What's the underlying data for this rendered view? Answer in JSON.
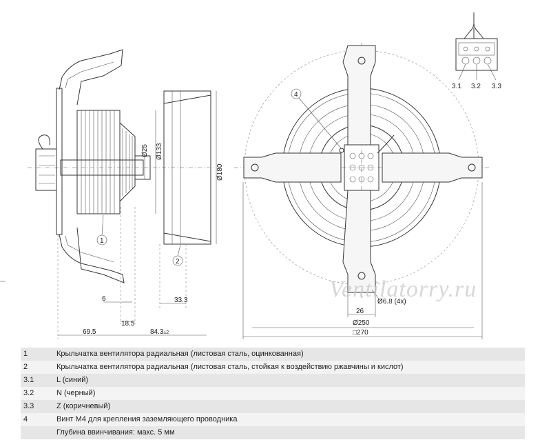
{
  "drawing": {
    "watermark": "Ventilatorry.ru",
    "dimensions": {
      "d25": "Ø25",
      "d133": "Ø133",
      "d180": "Ø180",
      "d250": "Ø250",
      "sq270": "□270",
      "d6_8": "Ø6.8 (4x)",
      "w6": "6",
      "w18_5": "18.5",
      "w33_3": "33.3",
      "w69_5": "69.5",
      "w84_3": "84.3",
      "w84_3_tol": "±2",
      "w26": "26"
    },
    "callouts": {
      "c1": "1",
      "c2": "2",
      "c4": "4",
      "c3_1": "3.1",
      "c3_2": "3.2",
      "c3_3": "3.3"
    }
  },
  "legend": [
    {
      "num": "1",
      "text": "Крыльчатка вентилятора радиальная (листовая сталь, оцинкованная)"
    },
    {
      "num": "2",
      "text": "Крыльчатка вентилятора радиальная (листовая сталь, стойкая к воздействию ржавчины и кислот)"
    },
    {
      "num": "3.1",
      "text": "L (синий)"
    },
    {
      "num": "3.2",
      "text": "N (черный)"
    },
    {
      "num": "3.3",
      "text": "Z (коричневый)"
    },
    {
      "num": "4",
      "text": "Винт M4 для крепления заземляющего проводника"
    },
    {
      "num": "",
      "text": "Глубина ввинчивания: макс. 5 мм"
    }
  ]
}
